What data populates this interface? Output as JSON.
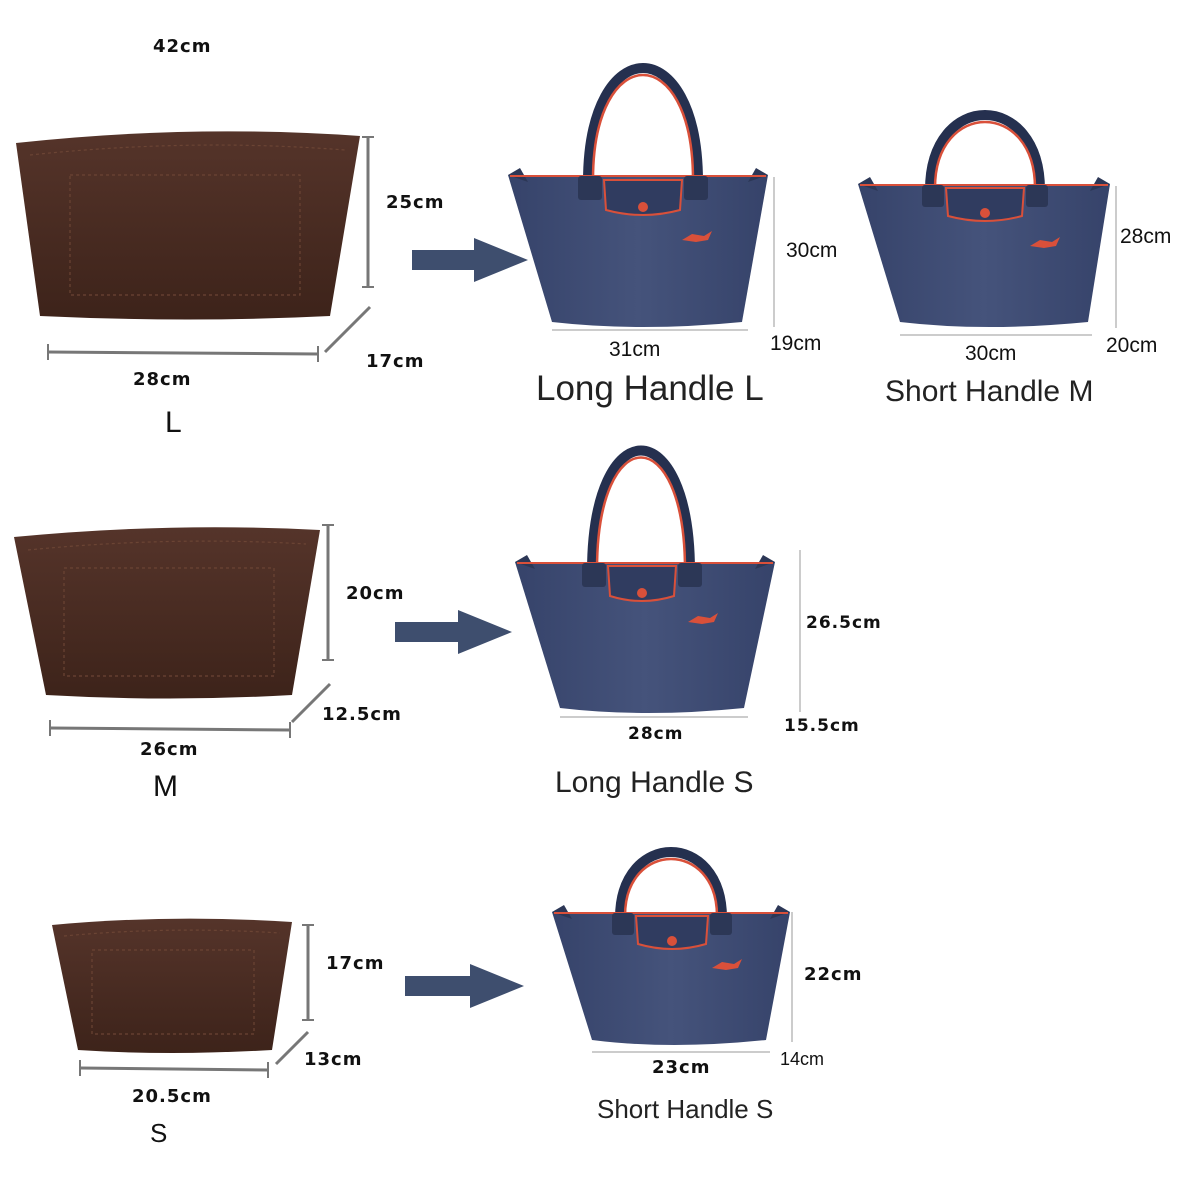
{
  "colors": {
    "insert_brown": "#4a2c20",
    "insert_stitch": "#6b4434",
    "bag_navy": "#3f4d73",
    "bag_navy_dark": "#2c3756",
    "accent_red": "#d9503a",
    "arrow": "#3e4e6e",
    "guide_line": "#666666"
  },
  "rows": {
    "large": {
      "insert": {
        "top_width": "42cm",
        "height": "25cm",
        "depth": "17cm",
        "bottom_width": "28cm",
        "size": "L"
      },
      "long_handle_l": {
        "height": "30cm",
        "width": "31cm",
        "depth": "19cm",
        "name": "Long Handle L"
      },
      "short_handle_m": {
        "height": "28cm",
        "width": "30cm",
        "depth": "20cm",
        "name": "Short Handle M"
      }
    },
    "medium": {
      "insert": {
        "height": "20cm",
        "depth": "12.5cm",
        "bottom_width": "26cm",
        "size": "M"
      },
      "long_handle_s": {
        "height": "26.5cm",
        "width": "28cm",
        "depth": "15.5cm",
        "name": "Long Handle S"
      }
    },
    "small": {
      "insert": {
        "height": "17cm",
        "depth": "13cm",
        "bottom_width": "20.5cm",
        "size": "S"
      },
      "short_handle_s": {
        "height": "22cm",
        "width": "23cm",
        "depth": "14cm",
        "name": "Short Handle S"
      }
    }
  }
}
